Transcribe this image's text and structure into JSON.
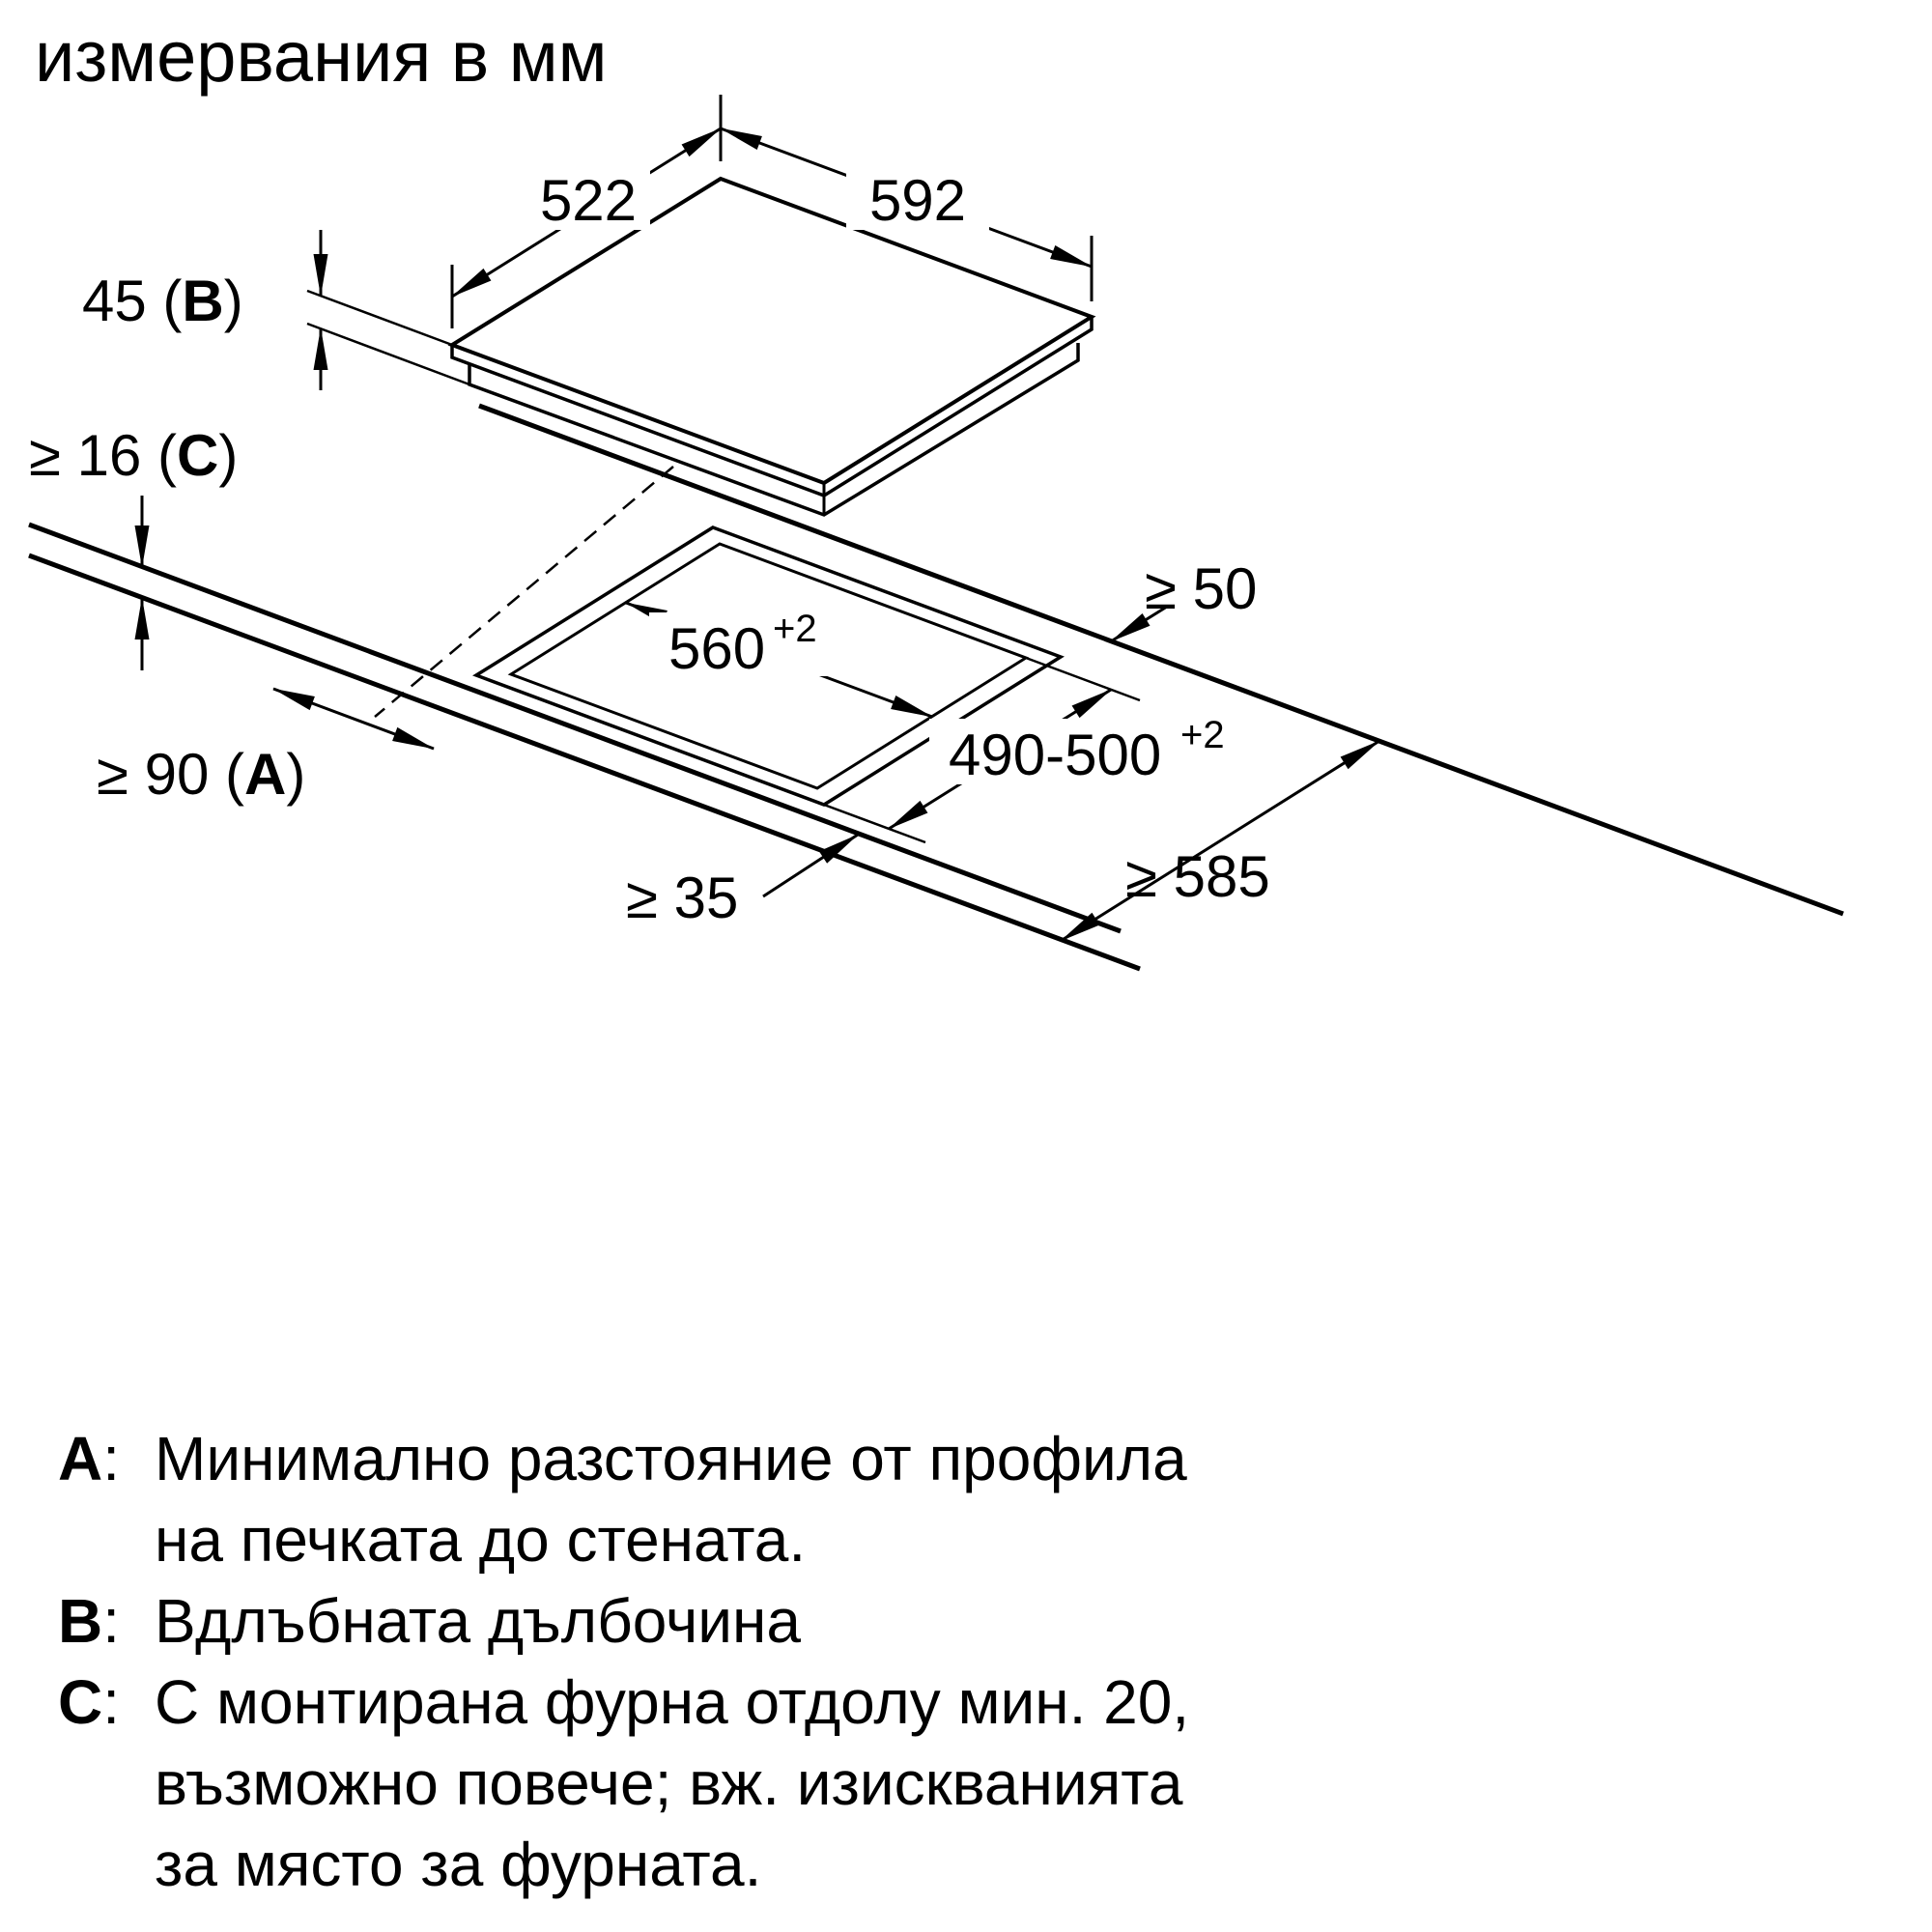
{
  "title": "измервания в мм",
  "diagram": {
    "dim_hob_depth": "522",
    "dim_hob_width": "592",
    "dim_hob_height": {
      "pre": "45 (",
      "key": "B",
      "post": ")"
    },
    "dim_counter_thickness": {
      "pre": "≥ 16 (",
      "key": "C",
      "post": ")"
    },
    "dim_wall_distance": {
      "pre": "≥ 90 (",
      "key": "A",
      "post": ")"
    },
    "dim_cutout_width": {
      "value": "560",
      "tolerance": "+2"
    },
    "dim_cutout_depth": {
      "value": "490-500",
      "tolerance": "+2"
    },
    "dim_rear_clearance": "≥ 50",
    "dim_front_clearance": "≥ 35",
    "dim_counter_depth": "≥ 585"
  },
  "legend": {
    "separator": ":",
    "items": [
      {
        "key": "A",
        "lines": [
          "Минимално разстояние от профила",
          "на печката до стената."
        ]
      },
      {
        "key": "B",
        "lines": [
          "Вдлъбната дълбочина"
        ]
      },
      {
        "key": "C",
        "lines": [
          "С монтирана фурна отдолу мин. 20,",
          "възможно повече; вж. изискванията",
          "за място за фурната."
        ]
      }
    ]
  }
}
